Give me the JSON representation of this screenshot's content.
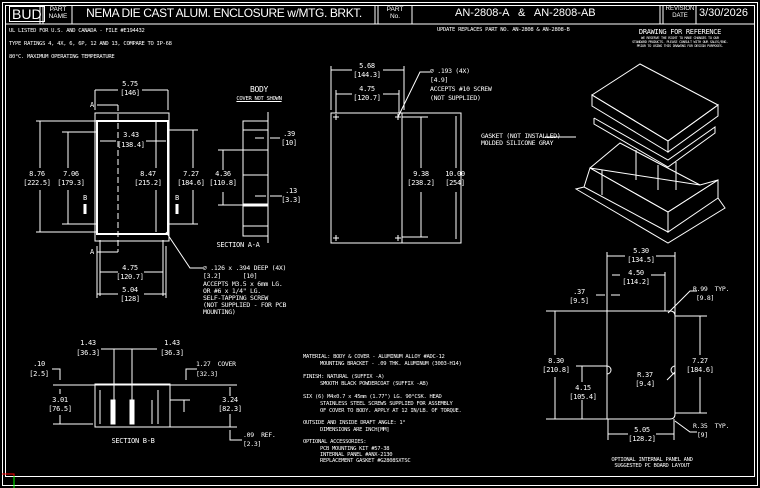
{
  "title_block": {
    "logo": "BUD",
    "part_name_label": "PART NAME",
    "part_name": "NEMA DIE CAST ALUM. ENCLOSURE w/MTG. BRKT.",
    "part_no_label": "PART No.",
    "part_no": "AN-2808-A   &   AN-2808-AB",
    "revision_label": "REVISION DATE",
    "revision_date": "3/30/2026"
  },
  "notes_top": [
    "UL LISTED FOR U.S. AND CANADA - FILE #E194432",
    "TYPE RATINGS 4, 4X, 6, 6P, 12 AND 13, COMPARE TO IP-68",
    "80°C. MAXIMUM OPERATING TEMPERATURE"
  ],
  "update_note": "UPDATE REPLACES PART NO. AN-2808 & AN-2808-B",
  "reference": {
    "title": "DRAWING FOR REFERENCE",
    "lines": [
      "WE RESERVE THE RIGHT TO MAKE CHANGES TO OUR",
      "STANDARD PRODUCTS. PLEASE CONSULT WITH OUR SALES/ENG.",
      "PRIOR TO USING THIS DRAWING FOR DESIGN PURPOSES."
    ]
  },
  "front_view": {
    "w1": "5.75",
    "w1m": "[146]",
    "w2": "3.43",
    "w2m": "[138.4]",
    "h1": "8.76",
    "h1m": "[222.5]",
    "h2": "7.06",
    "h2m": "[179.3]",
    "h3": "8.47",
    "h3m": "[215.2]",
    "h4": "7.27",
    "h4m": "[184.6]",
    "w3": "4.75",
    "w3m": "[120.7]",
    "w4": "5.04",
    "w4m": "[128]",
    "sec_a": "A",
    "sec_b": "B",
    "hole_callout": [
      "⌀ .126 x .394 DEEP (4X)",
      "[3.2]      [10]",
      "ACCEPTS M3.5 x 6mm LG.",
      "OR #6 x 1/4\" LG.",
      "SELF-TAPPING SCREW",
      "(NOT SUPPLIED - FOR PCB",
      "MOUNTING)"
    ]
  },
  "section_aa": {
    "title": "BODY",
    "subtitle": "COVER NOT SHOWN",
    "d1": "4.36",
    "d1m": "[110.8]",
    "d2": ".39",
    "d2m": "[10]",
    "d3": ".13",
    "d3m": "[3.3]",
    "label": "SECTION A-A"
  },
  "mount_plate": {
    "w1": "5.68",
    "w1m": "[144.3]",
    "w2": "4.75",
    "w2m": "[120.7]",
    "h1": "9.38",
    "h1m": "[238.2]",
    "h2": "10.00",
    "h2m": "[254]",
    "hole_callout": [
      "⌀ .193 (4X)",
      "[4.9]",
      "ACCEPTS #10 SCREW",
      "(NOT SUPPLIED)"
    ]
  },
  "gasket_note": [
    "GASKET (NOT INSTALLED)",
    "MOLDED SILICONE GRAY"
  ],
  "section_bb": {
    "d1": "1.43",
    "d1m": "[36.3]",
    "d2": "1.43",
    "d2m": "[36.3]",
    "d3": ".10",
    "d3m": "[2.5]",
    "d4": "3.01",
    "d4m": "[76.5]",
    "d5": "1.27  COVER",
    "d5m": "[32.3]",
    "d6": "3.24",
    "d6m": "[82.3]",
    "d7": ".09  REF.",
    "d7m": "[2.3]",
    "label": "SECTION B-B"
  },
  "notes_bottom": [
    "MATERIAL: BODY & COVER - ALUMINUM ALLOY #ADC-12",
    "MOUNTING BRACKET - .09 THK. ALUMINUM (3003-H14)",
    "FINISH: NATURAL (SUFFIX -A)",
    "SMOOTH BLACK POWDERCOAT (SUFFIX -AB)",
    "SIX (6) M4x0.7 x 45mm (1.77\") LG. 90°CSK. HEAD",
    "STAINLESS STEEL SCREWS SUPPLIED FOR ASSEMBLY",
    "OF COVER TO BODY. APPLY AT 12 IN/LB. OF TORQUE.",
    "OUTSIDE AND INSIDE DRAFT ANGLE: 1°",
    "DIMENSIONS ARE INCH[MM]",
    "OPTIONAL ACCESSORIES:",
    "PCB MOUNTING KIT #57-38",
    "INTERNAL PANEL #ANX-2130",
    "REPLACEMENT GASKET #G2808SXTSC"
  ],
  "internal_panel": {
    "w1": "5.30",
    "w1m": "[134.5]",
    "w2": "4.50",
    "w2m": "[114.2]",
    "w3": ".37",
    "w3m": "[9.5]",
    "r1": "R.99  TYP.",
    "r1m": "[9.8]",
    "h1": "8.30",
    "h1m": "[210.8]",
    "h2": "4.15",
    "h2m": "[105.4]",
    "h3": "7.27",
    "h3m": "[184.6]",
    "r2": "R.37",
    "r2m": "[9.4]",
    "w4": "5.05",
    "w4m": "[128.2]",
    "r3": "R.35  TYP.",
    "r3m": "[9]",
    "caption": [
      "OPTIONAL INTERNAL PANEL AND",
      "SUGGESTED PC BOARD LAYOUT"
    ]
  },
  "colors": {
    "background": "#000000",
    "lines": "#ffffff",
    "ucs_x": "#ff0000",
    "ucs_y": "#00ff00"
  }
}
